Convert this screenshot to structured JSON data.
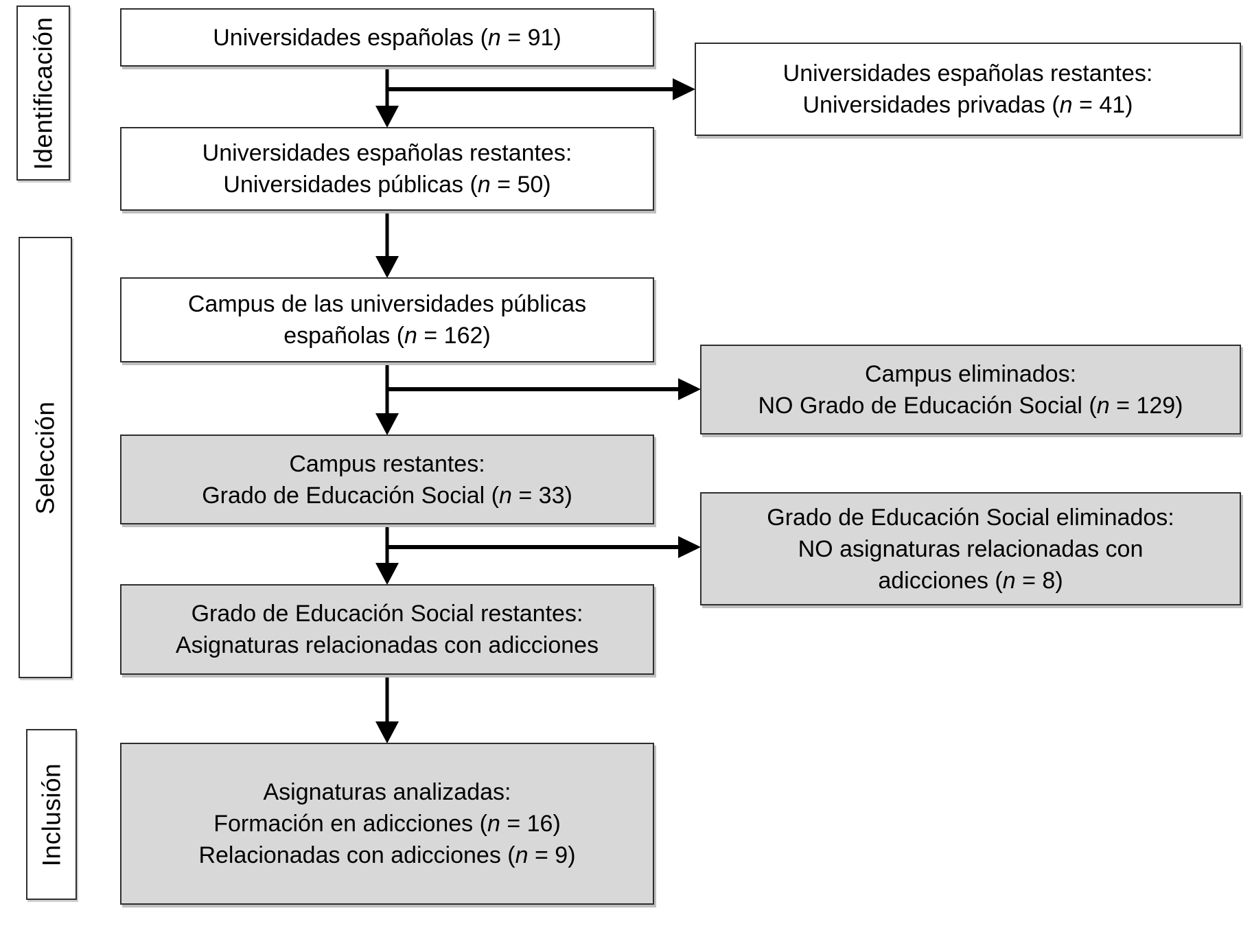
{
  "stages": [
    {
      "label": "Identificación"
    },
    {
      "label": "Selección"
    },
    {
      "label": "Inclusión"
    }
  ],
  "boxes": {
    "espanolas": {
      "fill": "white",
      "lines": [
        "Universidades españolas (n = 91)"
      ]
    },
    "privadas": {
      "fill": "white",
      "lines": [
        "Universidades españolas restantes:",
        "Universidades privadas (n = 41)"
      ]
    },
    "publicas": {
      "fill": "white",
      "lines": [
        "Universidades españolas restantes:",
        "Universidades públicas (n = 50)"
      ]
    },
    "campus": {
      "fill": "white",
      "lines": [
        "Campus de las universidades públicas",
        "españolas (n = 162)"
      ]
    },
    "campus_eliminados": {
      "fill": "gray",
      "lines": [
        "Campus eliminados:",
        "NO Grado de Educación Social (n = 129)"
      ]
    },
    "campus_restantes": {
      "fill": "gray",
      "lines": [
        "Campus restantes:",
        "Grado de Educación Social (n = 33)"
      ]
    },
    "grado_eliminados": {
      "fill": "gray",
      "lines": [
        "Grado de Educación Social eliminados:",
        "NO asignaturas relacionadas con",
        "adicciones (n = 8)"
      ]
    },
    "grado_restantes": {
      "fill": "gray",
      "lines": [
        "Grado de Educación Social restantes:",
        "Asignaturas relacionadas con adicciones"
      ]
    },
    "analizadas": {
      "fill": "gray",
      "lines": [
        "Asignaturas analizadas:",
        "Formación en adicciones (n = 16)",
        "Relacionadas con adicciones (n = 9)"
      ]
    }
  },
  "colors": {
    "box_fill_gray": "#d8d8d8",
    "box_fill_white": "#ffffff",
    "border": "#2e2e2e",
    "arrow": "#000000"
  }
}
